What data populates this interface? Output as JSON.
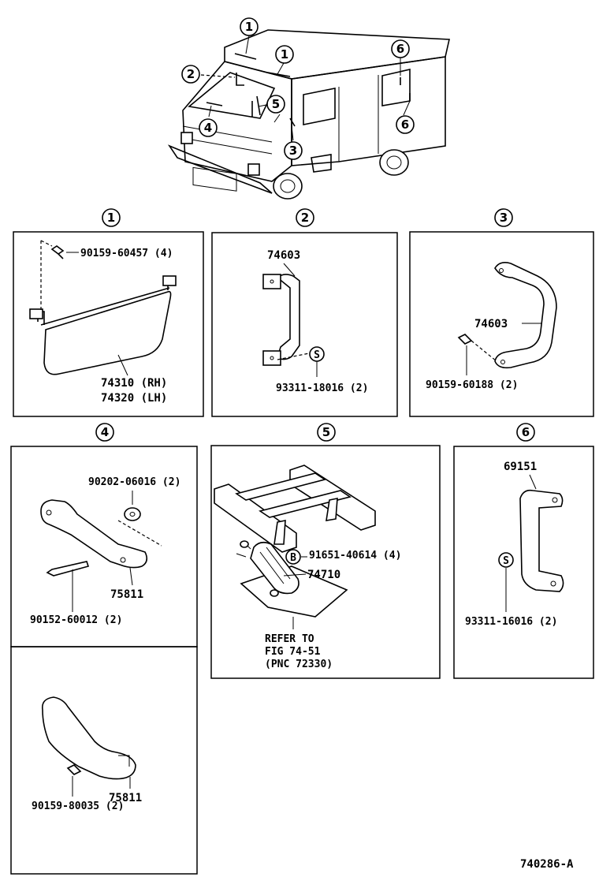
{
  "callouts": [
    "1",
    "2",
    "3",
    "4",
    "5",
    "6"
  ],
  "panel1": {
    "number": "1",
    "bolt": "90159-60457 (4)",
    "part_rh": "74310 (RH)",
    "part_lh": "74320 (LH)"
  },
  "panel2": {
    "number": "2",
    "part": "74603",
    "screw_marker": "S",
    "screw": "93311-18016 (2)"
  },
  "panel3": {
    "number": "3",
    "part": "74603",
    "bolt": "90159-60188 (2)"
  },
  "panel4": {
    "number": "4",
    "washer": "90202-06016 (2)",
    "part": "75811",
    "screw": "90152-60012 (2)",
    "lower_part": "75811",
    "lower_bolt": "90159-80035 (2)"
  },
  "panel5": {
    "number": "5",
    "bolt_marker": "B",
    "bolt": "91651-40614 (4)",
    "part": "74710",
    "note_line1": "REFER TO",
    "note_line2": "FIG 74-51",
    "note_line3": "(PNC 72330)"
  },
  "panel6": {
    "number": "6",
    "part": "69151",
    "screw_marker": "S",
    "screw": "93311-16016 (2)"
  },
  "figure_code": "740286-A"
}
